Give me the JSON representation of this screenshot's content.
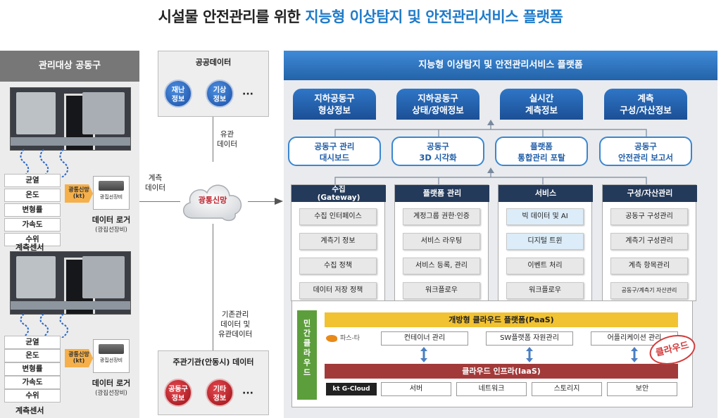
{
  "title": {
    "main": "시설물 안전관리를 위한 ",
    "highlight": "지능형 이상탐지 및 안전관리서비스 플랫폼"
  },
  "colors": {
    "accent_blue": "#1f7bc9",
    "header_gray": "#777777",
    "paas_yellow": "#f1c232",
    "iaas_red": "#a23a3a",
    "private_green": "#5c9e3c"
  },
  "left": {
    "header": "관리대상 공동구",
    "sensors": [
      "균열",
      "온도",
      "변형률",
      "가속도",
      "수위"
    ],
    "sensors_label": "계측센서",
    "signal_tag": "광통신망\n(kt)",
    "logger_caption": "광집선장비",
    "logger_name": "데이터 로거",
    "logger_sub": "(광집선장비)"
  },
  "middle": {
    "public_title": "공공데이터",
    "public_circles": [
      "재난\n정보",
      "기상\n정보"
    ],
    "dots": "···",
    "public_link_label": "유관\n데이터",
    "measure_label": "계측\n데이터",
    "network": "광통신망",
    "existing_label": "기존관리\n데이터 및\n유관데이터",
    "agency_title": "주관기관(안동시) 데이터",
    "agency_circles": [
      "공동구\n정보",
      "기타\n정보"
    ]
  },
  "platform": {
    "header": "지능형 이상탐지 및 안전관리서비스 플랫폼",
    "top": [
      "지하공동구\n형상정보",
      "지하공동구\n상태/장애정보",
      "실시간\n계측정보",
      "계측\n구성/자산정보"
    ],
    "services": [
      "공동구 관리\n대시보드",
      "공동구\n3D 시각화",
      "플랫폼\n통합관리 포탈",
      "공동구\n안전관리 보고서"
    ],
    "columns": [
      {
        "head": "수집\n(Gateway)",
        "items": [
          "수집 인터페이스",
          "계측기 정보",
          "수집 정책",
          "데이터 저장 정책"
        ]
      },
      {
        "head": "플랫폼 관리",
        "items": [
          "계정그룹 권한·인증",
          "서비스 라우팅",
          "서비스 등록, 관리",
          "워크플로우"
        ]
      },
      {
        "head": "서비스",
        "items": [
          "빅 데이터 및 AI",
          "디지털 트윈",
          "이벤트 처리",
          "워크플로우"
        ]
      },
      {
        "head": "구성/자산관리",
        "items": [
          "공동구 구성관리",
          "계측기 구성관리",
          "계측 항목관리",
          "공동구/계측기 자산관리"
        ]
      }
    ],
    "private_cloud": "민\n간\n클\n라\n우\n드",
    "paas": "개방형 클라우드 플랫폼(PaaS)",
    "paas_logo": "파스-타",
    "paas_items": [
      "컨테이너 관리",
      "SW플랫폼 자원관리",
      "어플리케이션 관리"
    ],
    "iaas": "클라우드 인프라(IaaS)",
    "iaas_logo": "kt G-Cloud",
    "iaas_items": [
      "서버",
      "네트워크",
      "스토리지",
      "보안"
    ],
    "stamp": "클라우드"
  }
}
